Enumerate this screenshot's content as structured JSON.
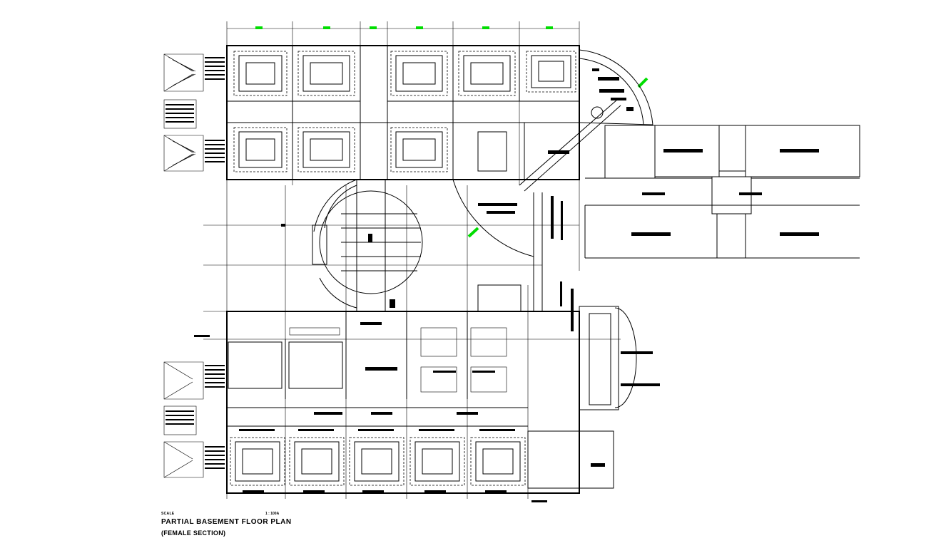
{
  "drawing": {
    "title": "PARTIAL BASEMENT FLOOR  PLAN",
    "subtitle": "(FEMALE SECTION)",
    "scale_label": "SCALE",
    "scale_value": "1 : 100A"
  },
  "colors": {
    "line": "#000000",
    "background": "#ffffff",
    "grid_marker": "#00dd00"
  },
  "icons": [
    "stair-icon",
    "table-icon",
    "chair-icon",
    "door-swing-icon",
    "grid-marker-icon"
  ]
}
